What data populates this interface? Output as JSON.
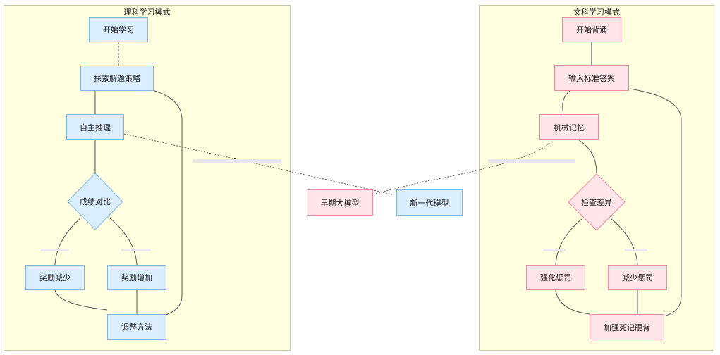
{
  "left_panel": {
    "title": "理科学习模式",
    "nodes": {
      "start": "开始学习",
      "explore": "探索解题策略",
      "reason": "自主推理",
      "compare": "成绩对比",
      "reward_down": "奖励减少",
      "reward_up": "奖励增加",
      "adjust": "调整方法"
    }
  },
  "right_panel": {
    "title": "文科学习模式",
    "nodes": {
      "start": "开始背诵",
      "input": "输入标准答案",
      "memorize": "机械记忆",
      "check": "检查差异",
      "punish_more": "强化惩罚",
      "punish_less": "减少惩罚",
      "cram": "加强死记硬背"
    }
  },
  "center": {
    "early_model": "早期大模型",
    "new_model": "新一代模型"
  },
  "colors": {
    "panel_bg": "#ffffe0",
    "blue_fill": "#dbeeff",
    "blue_border": "#7fb8e6",
    "pink_fill": "#ffe4ea",
    "pink_border": "#f08aa0"
  }
}
